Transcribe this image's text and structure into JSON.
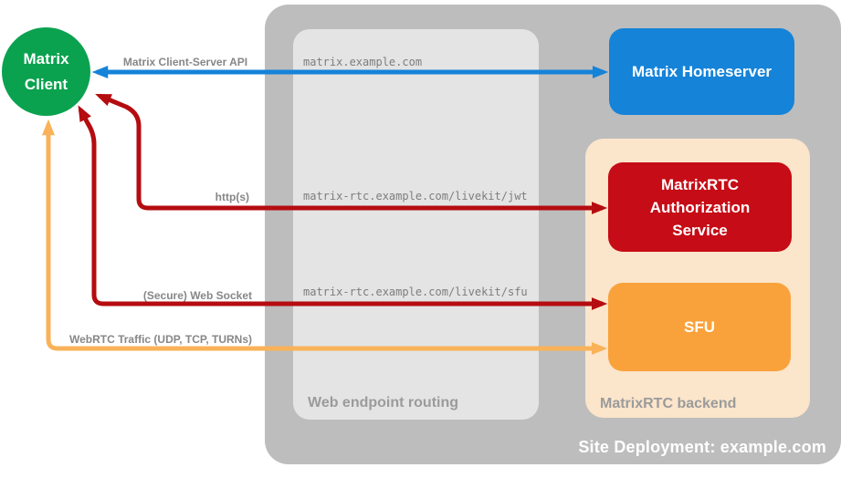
{
  "containers": {
    "site": {
      "label": "Site Deployment: example.com",
      "bg": "#bdbdbd"
    },
    "routing": {
      "label": "Web endpoint routing",
      "bg": "#e4e4e4"
    },
    "backend": {
      "label": "MatrixRTC backend",
      "bg": "#fbe5cb"
    }
  },
  "nodes": {
    "client": {
      "line1": "Matrix",
      "line2": "Client",
      "bg": "#0aa24f"
    },
    "homeserver": {
      "label": "Matrix Homeserver",
      "bg": "#1583d8"
    },
    "auth_service": {
      "label": "MatrixRTC Authorization Service",
      "bg": "#c60c16"
    },
    "sfu": {
      "label": "SFU",
      "bg": "#f9a23c"
    }
  },
  "endpoints": {
    "homeserver_host": "matrix.example.com",
    "jwt_path": "matrix-rtc.example.com/livekit/jwt",
    "sfu_path": "matrix-rtc.example.com/livekit/sfu"
  },
  "arrows": {
    "cs_api": {
      "label": "Matrix Client-Server API",
      "color": "#1583d8"
    },
    "http": {
      "label": "http(s)",
      "color": "#b50c10"
    },
    "websocket": {
      "label": "(Secure) Web Socket",
      "color": "#b50c10"
    },
    "webrtc": {
      "label": "WebRTC Traffic (UDP, TCP, TURNs)",
      "color": "#f9b259"
    }
  }
}
